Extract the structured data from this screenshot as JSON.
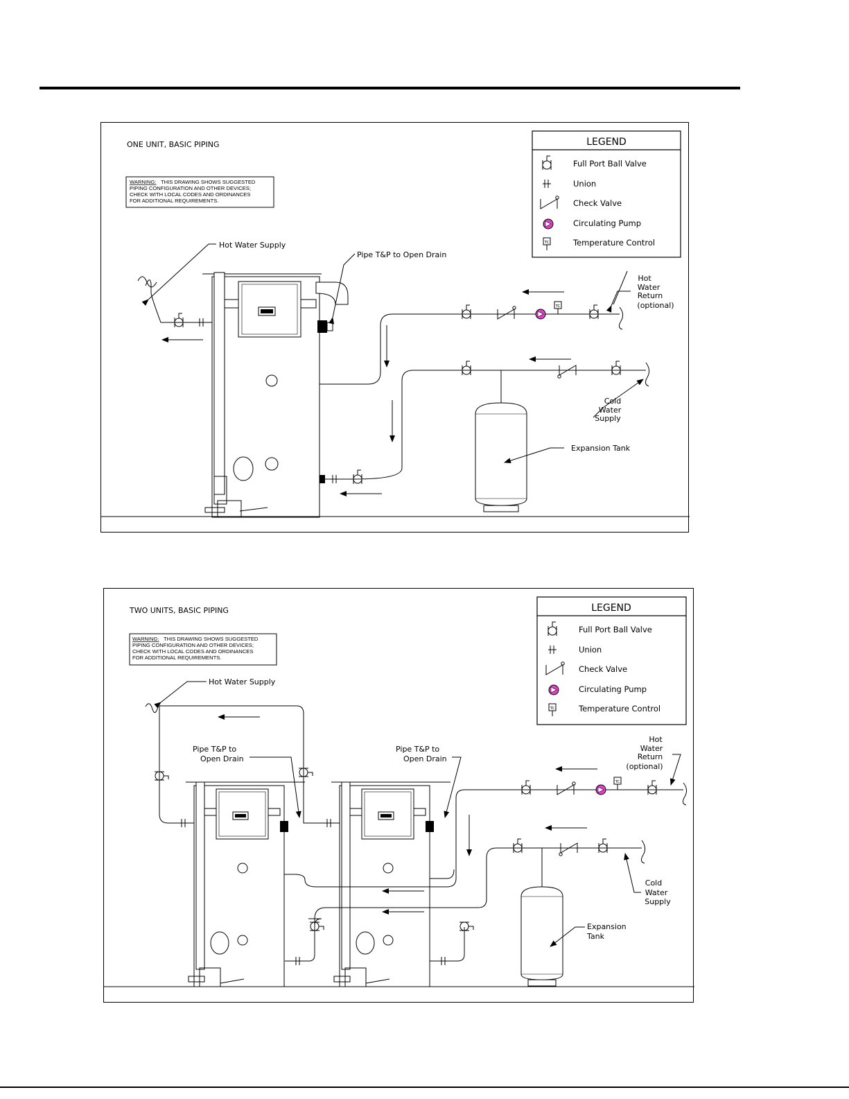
{
  "diagrams": [
    {
      "title": "ONE UNIT, BASIC PIPING",
      "warning": {
        "label": "WARNING:",
        "lines": [
          "THIS DRAWING SHOWS SUGGESTED",
          "PIPING CONFIGURATION AND OTHER DEVICES;",
          "CHECK WITH LOCAL CODES AND ORDINANCES",
          "FOR ADDITIONAL REQUIREMENTS."
        ]
      },
      "labels": {
        "hot_water_supply": "Hot Water Supply",
        "tp_drain": "Pipe T&P to Open Drain",
        "hot_water_return": [
          "Hot",
          "Water",
          "Return",
          "(optional)"
        ],
        "cold_water_supply": [
          "Cold",
          "Water",
          "Supply"
        ],
        "expansion_tank": "Expansion Tank"
      }
    },
    {
      "title": "TWO UNITS, BASIC PIPING",
      "warning": {
        "label": "WARNING:",
        "lines": [
          "THIS DRAWING SHOWS SUGGESTED",
          "PIPING CONFIGURATION AND OTHER DEVICES;",
          "CHECK WITH LOCAL CODES AND ORDINANCES",
          "FOR ADDITIONAL REQUIREMENTS."
        ]
      },
      "labels": {
        "hot_water_supply": "Hot Water Supply",
        "tp_drain_a": [
          "Pipe T&P to",
          "Open Drain"
        ],
        "tp_drain_b": [
          "Pipe T&P to",
          "Open Drain"
        ],
        "hot_water_return": [
          "Hot",
          "Water",
          "Return",
          "(optional)"
        ],
        "cold_water_supply": [
          "Cold",
          "Water",
          "Supply"
        ],
        "expansion_tank": [
          "Expansion",
          "Tank"
        ]
      }
    }
  ],
  "legend": {
    "title": "LEGEND",
    "items": [
      {
        "icon": "ball-valve-icon",
        "label": "Full Port Ball Valve"
      },
      {
        "icon": "union-icon",
        "label": "Union"
      },
      {
        "icon": "check-valve-icon",
        "label": "Check Valve"
      },
      {
        "icon": "circulating-pump-icon",
        "label": "Circulating Pump"
      },
      {
        "icon": "temperature-control-icon",
        "label": "Temperature Control"
      }
    ],
    "tc_mark": "TC"
  },
  "colors": {
    "pump": "#e040c8",
    "line": "#000000"
  }
}
